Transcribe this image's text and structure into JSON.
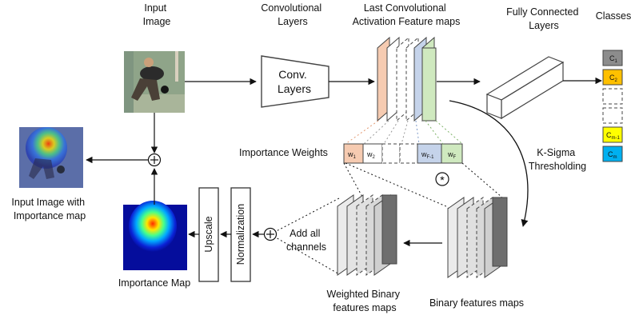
{
  "labels": {
    "input_image": [
      "Input",
      "Image"
    ],
    "conv_layers": [
      "Convolutional",
      "Layers"
    ],
    "last_conv": [
      "Last Convolutional",
      "Activation Feature maps"
    ],
    "fully_connected": [
      "Fully Connected",
      "Layers"
    ],
    "classes": "Classes",
    "conv_block": [
      "Conv.",
      "Layers"
    ],
    "importance_weights": "Importance Weights",
    "k_sigma": [
      "K-Sigma",
      "Thresholding"
    ],
    "input_with_map": [
      "Input Image with",
      "Importance map"
    ],
    "importance_map": "Importance Map",
    "upscale": "Upscale",
    "normalization": "Normalization",
    "add_all_channels": [
      "Add all",
      "channels"
    ],
    "weighted_binary": [
      "Weighted Binary",
      "features maps"
    ],
    "binary_features": "Binary features maps",
    "convolve_symbol": "*",
    "plus_symbol": "+"
  },
  "weights": [
    "w1",
    "w2",
    "wF-1",
    "wF"
  ],
  "class_cells": [
    "C1",
    "C2",
    "Cm-1",
    "Cm"
  ],
  "colors": {
    "feature_salmon": "#f6cbb1",
    "feature_blue": "#c5d3ea",
    "feature_green": "#cfe9bf",
    "class_gray": "#8c8c8c",
    "class_orange": "#ffc000",
    "class_yellow": "#ffff00",
    "class_blue": "#00b0f0",
    "binary_dark": "#6e6e6e"
  }
}
